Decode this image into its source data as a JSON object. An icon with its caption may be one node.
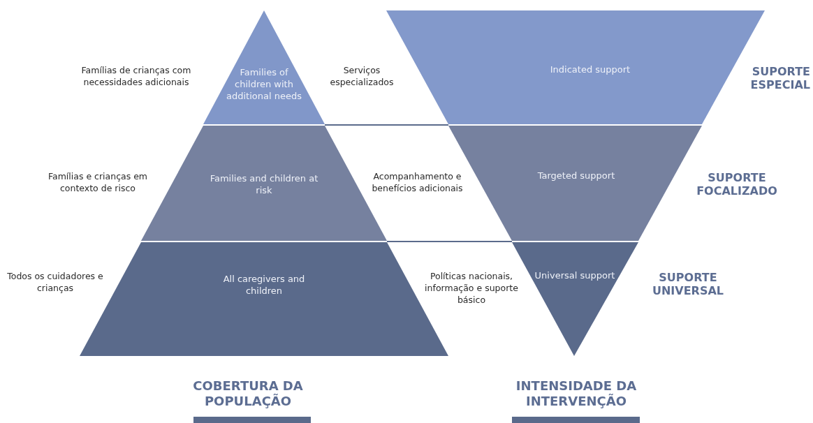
{
  "diagram": {
    "nodes": [
      {
        "text": [
          "Families of children with additional needs"
        ]
      },
      {
        "text": [
          "Families and children at risk"
        ]
      },
      {
        "text": [
          "All caregivers and children"
        ]
      },
      {
        "text": [
          "Indicated support"
        ]
      },
      {
        "text": [
          "Targeted support"
        ]
      },
      {
        "text": [
          "Universal support"
        ]
      }
    ],
    "labels": [
      "Famílias de crianças com necessidades adicionais",
      "Serviços especializados",
      "SUPORTE ESPECIAL",
      "Famílias e crianças em contexto de risco",
      "Acompanhamento e benefícios adicionais",
      "SUPORTE FOCALIZADO",
      "Todos os cuidadores e crianças",
      "Políticas nacionais, informação e suporte básico",
      "SUPORTE UNIVERSAL",
      "COBERTURA DA POPULAÇÃO",
      "INTENSIDADE DA INTERVENÇÃO"
    ]
  }
}
